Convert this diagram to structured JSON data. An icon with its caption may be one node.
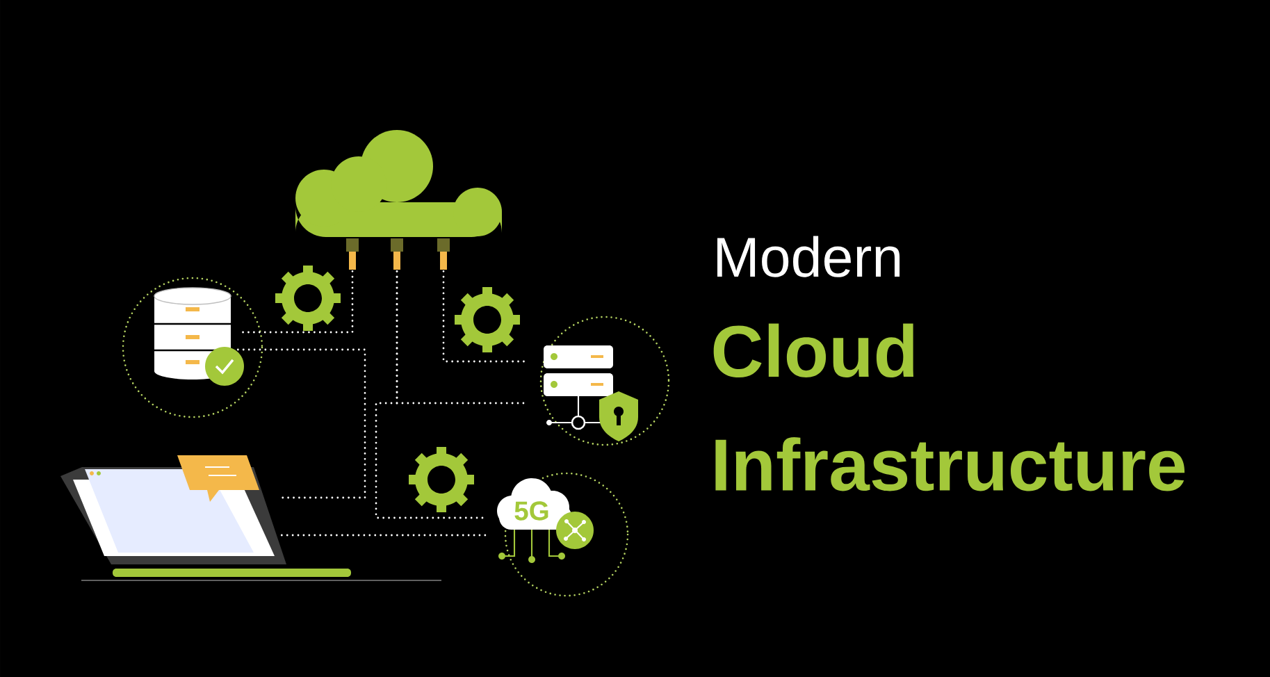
{
  "diagram": {
    "nodes": [
      {
        "text": [],
        "shape": "cloud"
      },
      {
        "text": [],
        "shape": "cylinder"
      },
      {
        "text": [],
        "shape": "picture"
      },
      {
        "text": [],
        "shape": "picture"
      },
      {
        "text": [
          "5G"
        ]
      }
    ],
    "edges": [
      {
        "from": 0,
        "to": 1,
        "arrow": "none"
      },
      {
        "from": 1,
        "to": 2,
        "arrow": "none"
      },
      {
        "from": 0,
        "to": 3,
        "arrow": "none"
      },
      {
        "from": 0,
        "to": 3,
        "arrow": "none"
      },
      {
        "from": 0,
        "to": 4,
        "arrow": "none"
      },
      {
        "from": 2,
        "to": 4,
        "arrow": "none"
      }
    ],
    "labels": [
      "Modern",
      "Cloud Infrastructure"
    ]
  }
}
